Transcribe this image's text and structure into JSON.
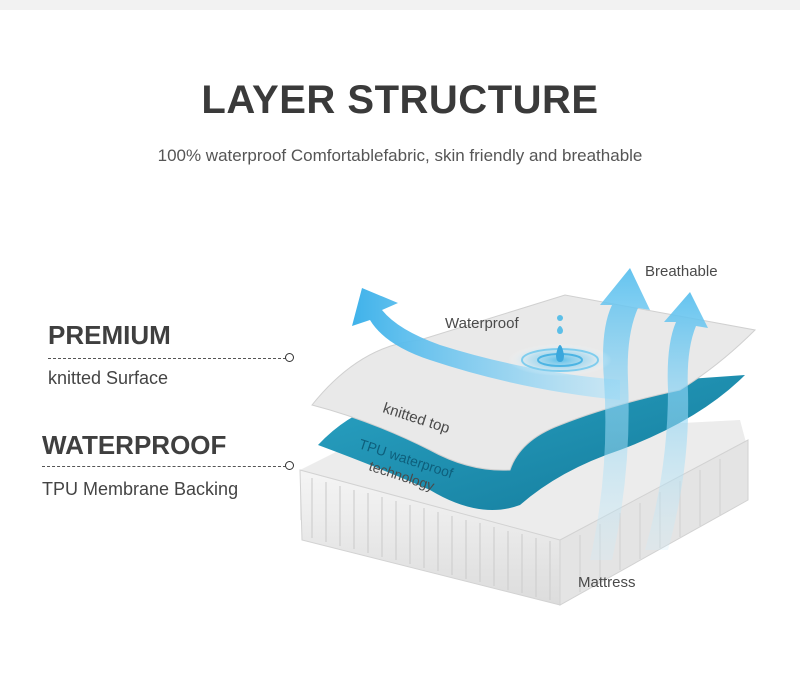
{
  "header": {
    "title": "LAYER STRUCTURE",
    "subtitle": "100% waterproof Comfortablefabric, skin friendly and breathable"
  },
  "features": [
    {
      "heading": "PREMIUM",
      "subheading": "knitted Surface"
    },
    {
      "heading": "WATERPROOF",
      "subheading": "TPU Membrane Backing"
    }
  ],
  "diagram": {
    "labels": {
      "breathable": "Breathable",
      "waterproof": "Waterproof",
      "knitted_top": "knitted top",
      "tpu_line1": "TPU waterproof",
      "tpu_line2": "technology",
      "mattress": "Mattress"
    },
    "colors": {
      "teal_layer": "#1f8fb0",
      "top_layer": "#e9e9e9",
      "mattress": "#f1f1f1",
      "arrow_blue": "#5cc0ee"
    },
    "icons": [
      "water-drop-icon",
      "arrow-left-icon",
      "arrow-up-icon"
    ]
  }
}
